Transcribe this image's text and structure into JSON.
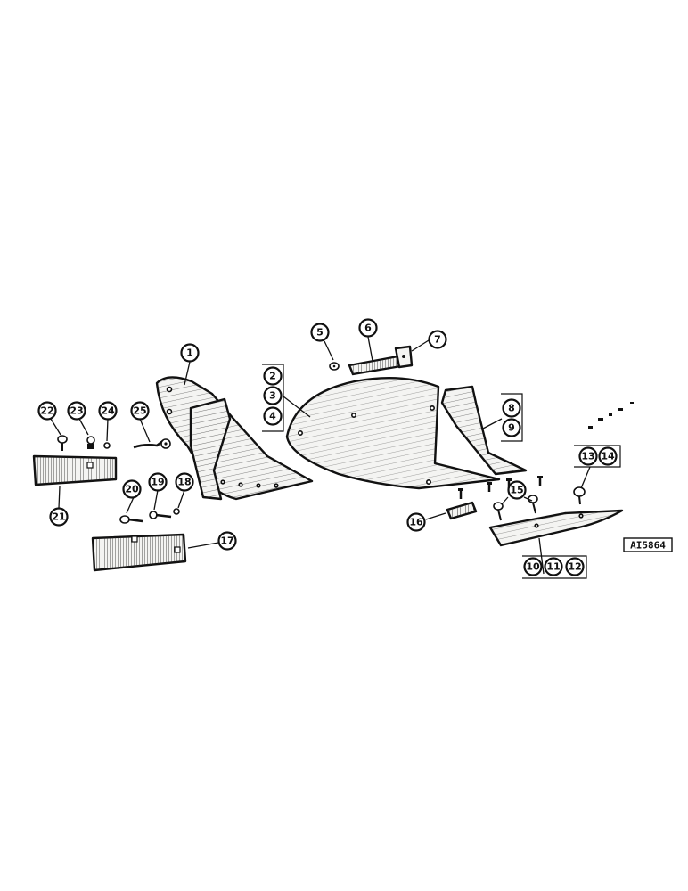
{
  "diagram": {
    "reference_code": "AI5864",
    "callouts": {
      "c1": "1",
      "c2": "2",
      "c3": "3",
      "c4": "4",
      "c5": "5",
      "c6": "6",
      "c7": "7",
      "c8": "8",
      "c9": "9",
      "c10": "10",
      "c11": "11",
      "c12": "12",
      "c13": "13",
      "c14": "14",
      "c15": "15",
      "c16": "16",
      "c17": "17",
      "c18": "18",
      "c19": "19",
      "c20": "20",
      "c21": "21",
      "c22": "22",
      "c23": "23",
      "c24": "24",
      "c25": "25"
    }
  }
}
